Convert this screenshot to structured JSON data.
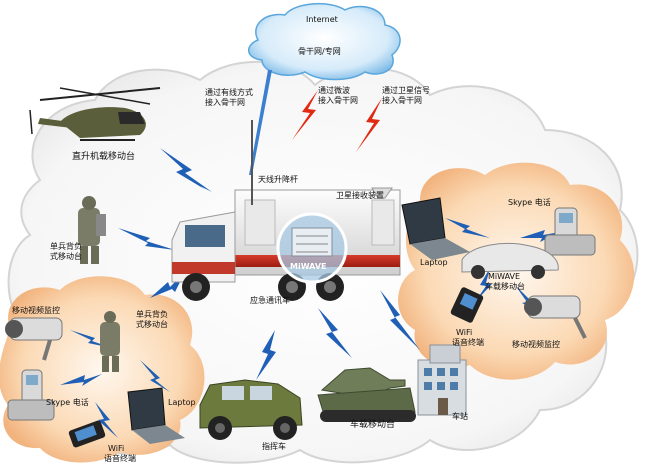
{
  "cloud": {
    "internet": "Internet",
    "backbone": "骨干网/专网"
  },
  "links": {
    "wired": [
      "通过有线方式",
      "接入骨干网"
    ],
    "microwave": [
      "通过微波",
      "接入骨干网"
    ],
    "satellite": [
      "通过卫星信号",
      "接入骨干网"
    ]
  },
  "nodes": {
    "helicopter": "直升机载移动台",
    "antenna": "天线升降杆",
    "satellite_receiver": "卫星接收装置",
    "soldier_left": [
      "单兵背负",
      "式移动台"
    ],
    "emergency_vehicle": "应急通讯车",
    "miwave_truck": "MiWAVE",
    "skype_phone_right": "Skype 电话",
    "laptop_right": "Laptop",
    "car_miwave": [
      "MiWAVE",
      "车载移动台"
    ],
    "wifi_terminal_right": [
      "WiFi",
      "语音终端"
    ],
    "monitor_right": "移动视频监控",
    "monitor_left": "移动视频监控",
    "soldier_bottom": [
      "单兵背负",
      "式移动台"
    ],
    "skype_phone_left": "Skype 电话",
    "laptop_left": "Laptop",
    "wifi_terminal_left": [
      "WiFi",
      "语音终端"
    ],
    "jeep": "指挥车",
    "tank": "车载移动台",
    "station": "车站"
  },
  "colors": {
    "lightning_blue": "#1f5fb5",
    "lightning_red": "#e02a12",
    "cloud_blue": "#6fb6e8",
    "warm_glow": "#f7c99a"
  }
}
